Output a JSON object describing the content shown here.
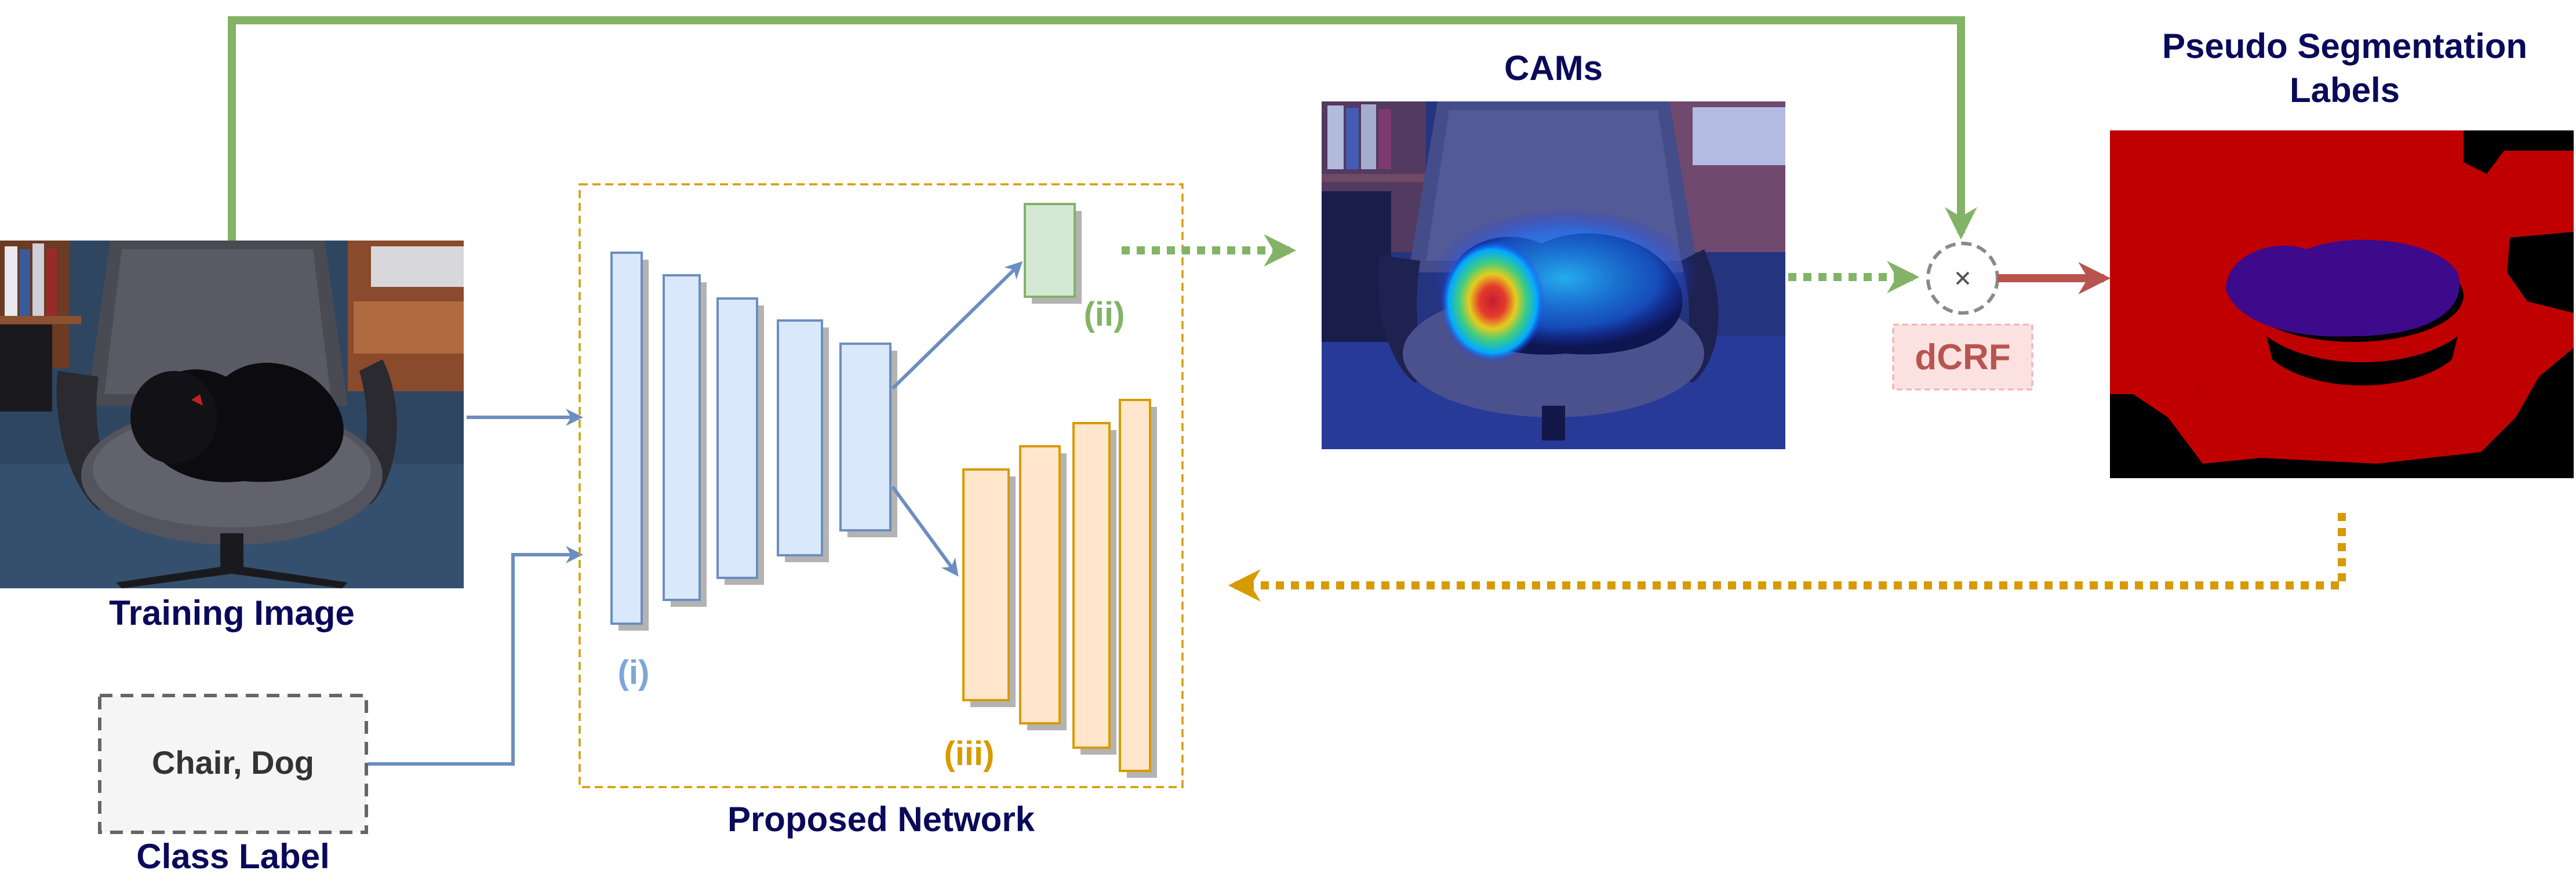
{
  "labels": {
    "training_image": "Training Image",
    "class_label_box": "Chair, Dog",
    "class_label": "Class Label",
    "proposed_network": "Proposed Network",
    "cams": "CAMs",
    "pseudo_seg_line1": "Pseudo Segmentation",
    "pseudo_seg_line2": "Labels",
    "dcrf": "dCRF",
    "marker_i": "(i)",
    "marker_ii": "(ii)",
    "marker_iii": "(iii)"
  },
  "colors": {
    "title_navy": "#0a0a5a",
    "arrow_blue": "#6c8ebf",
    "arrow_green": "#82b366",
    "arrow_orange": "#d79b00",
    "arrow_red": "#b85450",
    "encoder_fill": "#dae8fc",
    "decoder_fill": "#ffe6cc",
    "classifier_fill": "#d5e8d4",
    "dcrf_fill": "#f8cecc",
    "seg_red": "#c00000",
    "seg_dog": "#3d0a8c"
  }
}
